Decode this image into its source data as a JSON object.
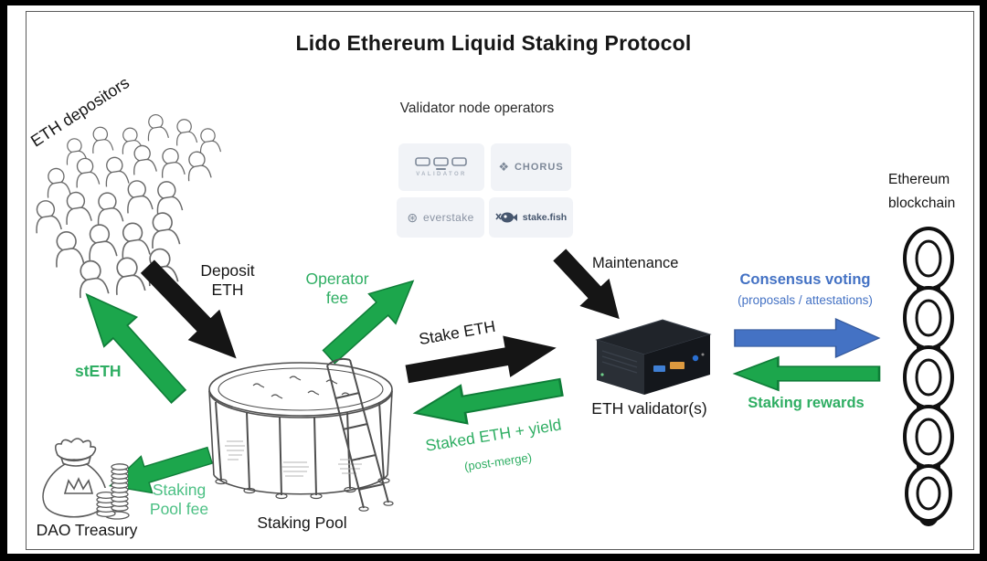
{
  "title": "Lido Ethereum Liquid Staking Protocol",
  "colors": {
    "arrow_black": "#151515",
    "arrow_green": "#1ca64c",
    "arrow_green_border": "#0f7d38",
    "arrow_blue": "#4472c4",
    "text_green": "#2fae63",
    "text_green_light": "#4cc084",
    "text_blue": "#4472c4"
  },
  "nodes": {
    "depositors": {
      "label": "ETH depositors"
    },
    "operators": {
      "heading": "Validator node operators",
      "logos": [
        {
          "id": "p2p-validator",
          "label": "VALIDATOR"
        },
        {
          "id": "chorus",
          "label": "CHORUS",
          "icon": "chorus-diamond-icon",
          "icon_glyph": "❖"
        },
        {
          "id": "everstake",
          "label": "everstake",
          "icon": "everstake-circle-icon",
          "icon_glyph": "⊛"
        },
        {
          "id": "stakefish",
          "label": "stake.fish",
          "icon": "stakefish-fish-icon"
        }
      ]
    },
    "ethereum_blockchain": {
      "label": "Ethereum blockchain"
    },
    "staking_pool": {
      "label": "Staking Pool"
    },
    "eth_validators": {
      "label": "ETH validator(s)"
    },
    "dao_treasury": {
      "label": "DAO Treasury"
    }
  },
  "flows": {
    "deposit_eth": {
      "label": "Deposit ETH",
      "color": "black",
      "from": "depositors",
      "to": "staking_pool"
    },
    "steth": {
      "label": "stETH",
      "color": "green",
      "from": "staking_pool",
      "to": "depositors"
    },
    "operator_fee": {
      "label": "Operator fee",
      "color": "green",
      "from": "staking_pool",
      "to": "operators"
    },
    "stake_eth": {
      "label": "Stake ETH",
      "color": "black",
      "from": "staking_pool",
      "to": "eth_validators"
    },
    "staked_eth_yield": {
      "label": "Staked ETH + yield",
      "sublabel": "(post-merge)",
      "color": "green",
      "from": "eth_validators",
      "to": "staking_pool"
    },
    "maintenance": {
      "label": "Maintenance",
      "color": "black",
      "from": "operators",
      "to": "eth_validators"
    },
    "consensus_voting": {
      "label": "Consensus voting",
      "sublabel": "(proposals / attestations)",
      "color": "blue",
      "from": "eth_validators",
      "to": "ethereum_blockchain"
    },
    "staking_rewards": {
      "label": "Staking rewards",
      "color": "green",
      "from": "ethereum_blockchain",
      "to": "eth_validators"
    },
    "staking_pool_fee": {
      "label": "Staking Pool fee",
      "color": "green",
      "from": "staking_pool",
      "to": "dao_treasury"
    }
  }
}
